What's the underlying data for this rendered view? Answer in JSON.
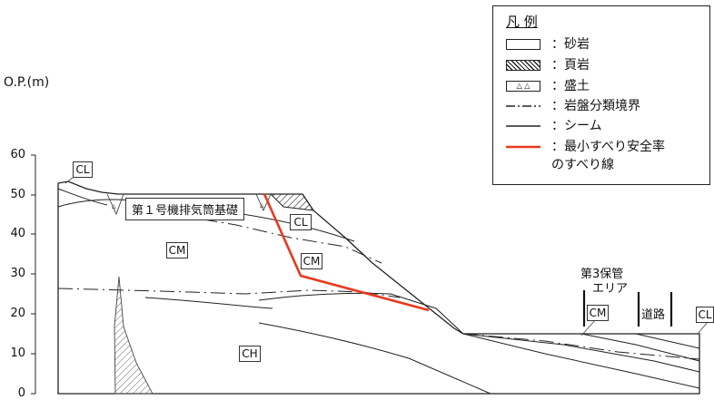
{
  "axis": {
    "title": "O.P.(m)",
    "ticks": [
      "60",
      "50",
      "40",
      "30",
      "20",
      "10",
      "0"
    ]
  },
  "legend": {
    "title": "凡 例",
    "items": [
      {
        "label": "：砂岩",
        "symbol": "sandstone-box"
      },
      {
        "label": "：頁岩",
        "symbol": "shale-hatch"
      },
      {
        "label": "：盛土",
        "symbol": "fill-triangles"
      },
      {
        "label": "：岩盤分類境界",
        "symbol": "dash-dot-line"
      },
      {
        "label": "：シーム",
        "symbol": "solid-line"
      },
      {
        "label": "：最小すべり安全率",
        "label2": "のすべり線",
        "symbol": "red-line",
        "color": "#e8391f"
      }
    ]
  },
  "labels": {
    "foundation": "第１号機排気筒基礎",
    "storage_area_1": "第3保管",
    "storage_area_2": "エリア",
    "road": "道路"
  },
  "rock_classes": {
    "cl_top_left": "CL",
    "cm_left": "CM",
    "cl_slope": "CL",
    "cm_slope": "CM",
    "ch_bottom": "CH",
    "cm_storage": "CM",
    "cl_right": "CL"
  },
  "colors": {
    "slip_line": "#e8391f",
    "line": "#222222"
  }
}
